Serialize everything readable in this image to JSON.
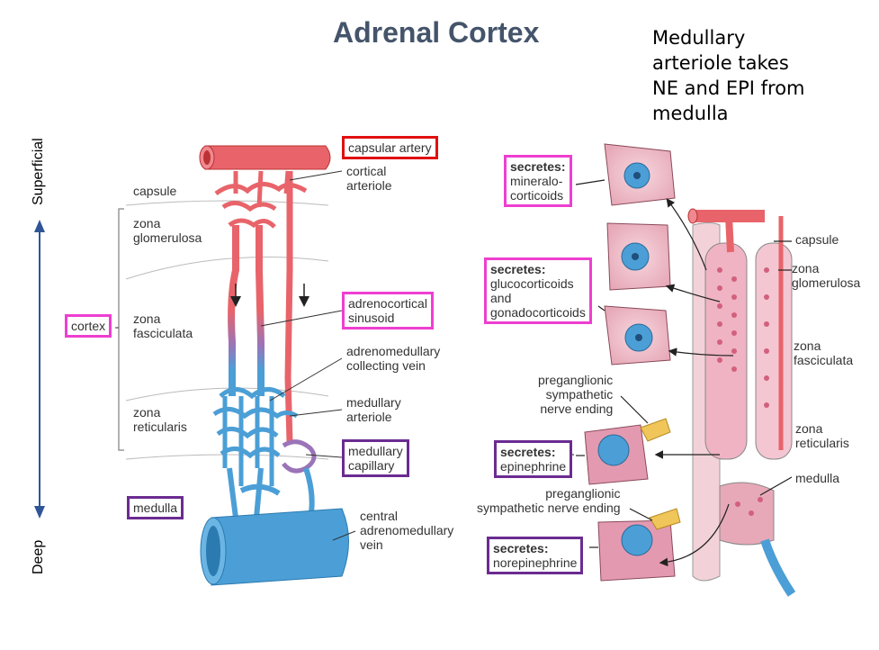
{
  "title": "Adrenal Cortex",
  "note": [
    "Medullary",
    "arteriole takes",
    "NE and EPI from",
    "medulla"
  ],
  "axis": {
    "top": "Superficial",
    "bottom": "Deep"
  },
  "left": {
    "labels": {
      "capsule": "capsule",
      "zona_glomerulosa": [
        "zona",
        "glomerulosa"
      ],
      "zona_fasciculata": [
        "zona",
        "fasciculata"
      ],
      "zona_reticularis": [
        "zona",
        "reticularis"
      ],
      "cortical_arteriole": [
        "cortical",
        "arteriole"
      ],
      "adrenomedullary_vein": [
        "adrenomedullary",
        "collecting vein"
      ],
      "medullary_arteriole": [
        "medullary",
        "arteriole"
      ],
      "central_vein": [
        "central",
        "adrenomedullary",
        "vein"
      ]
    },
    "boxes": {
      "capsular_artery": "capsular artery",
      "sinusoid": [
        "adrenocortical",
        "sinusoid"
      ],
      "cortex": "cortex",
      "medullary_capillary": [
        "medullary",
        "capillary"
      ],
      "medulla": "medulla"
    }
  },
  "right": {
    "labels": {
      "capsule": "capsule",
      "zona_glomerulosa": [
        "zona",
        "glomerulosa"
      ],
      "zona_fasciculata": [
        "zona",
        "fasciculata"
      ],
      "zona_reticularis": [
        "zona",
        "reticularis"
      ],
      "medulla": "medulla",
      "preganglionic_1": [
        "preganglionic",
        "sympathetic",
        "nerve ending"
      ],
      "preganglionic_2": [
        "preganglionic",
        "sympathetic nerve ending"
      ]
    },
    "boxes": {
      "mineralocorticoids": {
        "head": "secretes:",
        "lines": [
          "mineralo-",
          "corticoids"
        ]
      },
      "glucocorticoids": {
        "head": "secretes:",
        "lines": [
          "glucocorticoids",
          "and",
          "gonadocorticoids"
        ]
      },
      "epinephrine": {
        "head": "secretes:",
        "lines": [
          "epinephrine"
        ]
      },
      "norepinephrine": {
        "head": "secretes:",
        "lines": [
          "norepinephrine"
        ]
      }
    }
  },
  "colors": {
    "artery": "#e8646a",
    "vein": "#4b9fd6",
    "box_pink": "#ee3fd0",
    "box_red": "#e01010",
    "box_purple": "#6b2c91",
    "title": "#44546a"
  }
}
